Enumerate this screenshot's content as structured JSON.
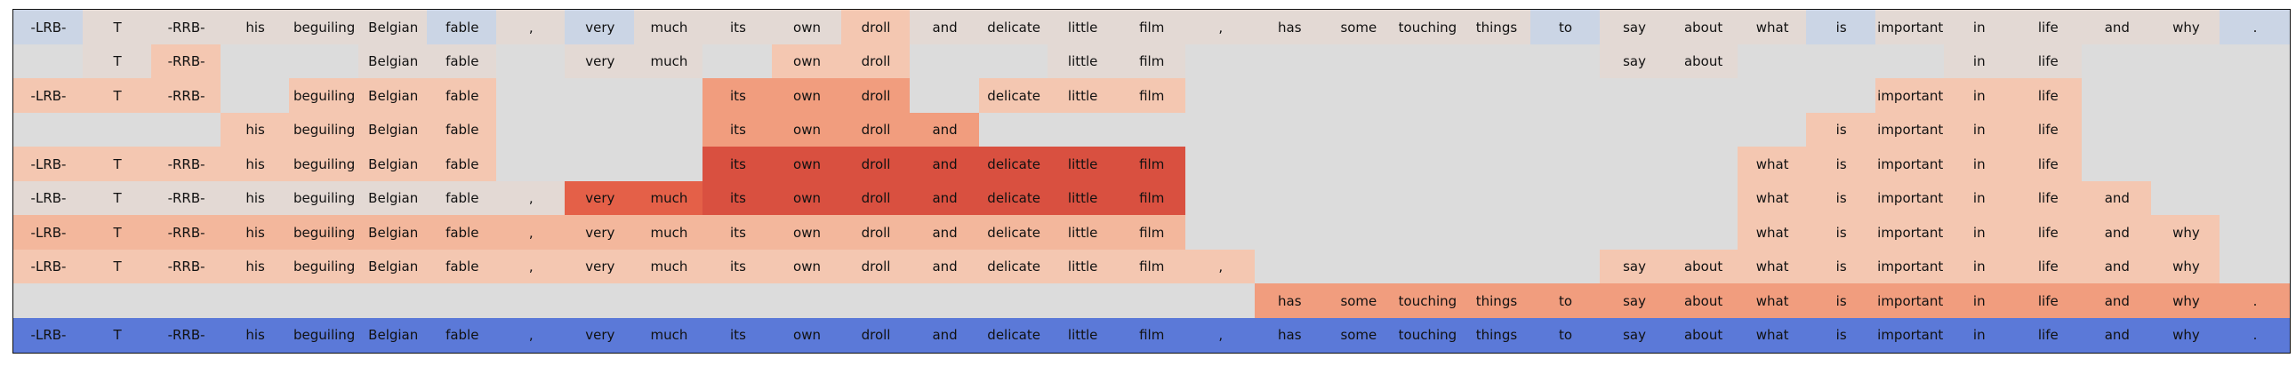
{
  "figure": {
    "colors": {
      "empty": "#dcdcdc",
      "bottom": "#5b79d8",
      "cool_light": "#cbd5e5",
      "neutral": "#e3d9d4",
      "pale": "#f4c7b1",
      "light": "#f3b79c",
      "medium": "#f19d7e",
      "strong": "#e46048",
      "deep": "#d95040"
    },
    "rows": [
      {
        "tokens": [
          "-LRB-",
          "T",
          "-RRB-",
          "his",
          "beguiling",
          "Belgian",
          "fable",
          ",",
          "very",
          "much",
          "its",
          "own",
          "droll",
          "and",
          "delicate",
          "little",
          "film",
          ",",
          "has",
          "some",
          "touching",
          "things",
          "to",
          "say",
          "about",
          "what",
          "is",
          "important",
          "in",
          "life",
          "and",
          "why",
          "."
        ],
        "colors": [
          "cool_light",
          "neutral",
          "neutral",
          "neutral",
          "neutral",
          "neutral",
          "cool_light",
          "neutral",
          "cool_light",
          "neutral",
          "neutral",
          "neutral",
          "pale",
          "neutral",
          "neutral",
          "neutral",
          "neutral",
          "neutral",
          "neutral",
          "neutral",
          "neutral",
          "neutral",
          "cool_light",
          "neutral",
          "neutral",
          "neutral",
          "cool_light",
          "neutral",
          "neutral",
          "neutral",
          "neutral",
          "neutral",
          "cool_light"
        ]
      },
      {
        "tokens": [
          "",
          "T",
          "-RRB-",
          "",
          "",
          "Belgian",
          "fable",
          "",
          "very",
          "much",
          "",
          "own",
          "droll",
          "",
          "",
          "little",
          "film",
          "",
          "",
          "",
          "",
          "",
          "",
          "say",
          "about",
          "",
          "",
          "",
          "in",
          "life",
          "",
          "",
          ""
        ],
        "colors": [
          "empty",
          "neutral",
          "pale",
          "empty",
          "empty",
          "neutral",
          "neutral",
          "empty",
          "neutral",
          "neutral",
          "empty",
          "pale",
          "pale",
          "empty",
          "empty",
          "neutral",
          "neutral",
          "empty",
          "empty",
          "empty",
          "empty",
          "empty",
          "empty",
          "neutral",
          "neutral",
          "empty",
          "empty",
          "empty",
          "neutral",
          "neutral",
          "empty",
          "empty",
          "empty"
        ]
      },
      {
        "tokens": [
          "-LRB-",
          "T",
          "-RRB-",
          "",
          "beguiling",
          "Belgian",
          "fable",
          "",
          "",
          "",
          "its",
          "own",
          "droll",
          "",
          "delicate",
          "little",
          "film",
          "",
          "",
          "",
          "",
          "",
          "",
          "",
          "",
          "",
          "",
          "important",
          "in",
          "life",
          "",
          "",
          ""
        ],
        "colors": [
          "pale",
          "pale",
          "pale",
          "empty",
          "pale",
          "pale",
          "pale",
          "empty",
          "empty",
          "empty",
          "medium",
          "medium",
          "medium",
          "empty",
          "pale",
          "pale",
          "pale",
          "empty",
          "empty",
          "empty",
          "empty",
          "empty",
          "empty",
          "empty",
          "empty",
          "empty",
          "empty",
          "pale",
          "pale",
          "pale",
          "empty",
          "empty",
          "empty"
        ]
      },
      {
        "tokens": [
          "",
          "",
          "",
          "his",
          "beguiling",
          "Belgian",
          "fable",
          "",
          "",
          "",
          "its",
          "own",
          "droll",
          "and",
          "",
          "",
          "",
          "",
          "",
          "",
          "",
          "",
          "",
          "",
          "",
          "",
          "is",
          "important",
          "in",
          "life",
          "",
          "",
          ""
        ],
        "colors": [
          "empty",
          "empty",
          "empty",
          "pale",
          "pale",
          "pale",
          "pale",
          "empty",
          "empty",
          "empty",
          "medium",
          "medium",
          "medium",
          "medium",
          "empty",
          "empty",
          "empty",
          "empty",
          "empty",
          "empty",
          "empty",
          "empty",
          "empty",
          "empty",
          "empty",
          "empty",
          "pale",
          "pale",
          "pale",
          "pale",
          "empty",
          "empty",
          "empty"
        ]
      },
      {
        "tokens": [
          "-LRB-",
          "T",
          "-RRB-",
          "his",
          "beguiling",
          "Belgian",
          "fable",
          "",
          "",
          "",
          "its",
          "own",
          "droll",
          "and",
          "delicate",
          "little",
          "film",
          "",
          "",
          "",
          "",
          "",
          "",
          "",
          "",
          "what",
          "is",
          "important",
          "in",
          "life",
          "",
          "",
          ""
        ],
        "colors": [
          "pale",
          "pale",
          "pale",
          "pale",
          "pale",
          "pale",
          "pale",
          "empty",
          "empty",
          "empty",
          "deep",
          "deep",
          "deep",
          "deep",
          "deep",
          "deep",
          "deep",
          "empty",
          "empty",
          "empty",
          "empty",
          "empty",
          "empty",
          "empty",
          "empty",
          "pale",
          "pale",
          "pale",
          "pale",
          "pale",
          "empty",
          "empty",
          "empty"
        ]
      },
      {
        "tokens": [
          "-LRB-",
          "T",
          "-RRB-",
          "his",
          "beguiling",
          "Belgian",
          "fable",
          ",",
          "very",
          "much",
          "its",
          "own",
          "droll",
          "and",
          "delicate",
          "little",
          "film",
          "",
          "",
          "",
          "",
          "",
          "",
          "",
          "",
          "what",
          "is",
          "important",
          "in",
          "life",
          "and",
          "",
          ""
        ],
        "colors": [
          "neutral",
          "neutral",
          "neutral",
          "neutral",
          "neutral",
          "neutral",
          "neutral",
          "neutral",
          "strong",
          "strong",
          "deep",
          "deep",
          "deep",
          "deep",
          "deep",
          "deep",
          "deep",
          "empty",
          "empty",
          "empty",
          "empty",
          "empty",
          "empty",
          "empty",
          "empty",
          "pale",
          "pale",
          "pale",
          "pale",
          "pale",
          "pale",
          "empty",
          "empty"
        ]
      },
      {
        "tokens": [
          "-LRB-",
          "T",
          "-RRB-",
          "his",
          "beguiling",
          "Belgian",
          "fable",
          ",",
          "very",
          "much",
          "its",
          "own",
          "droll",
          "and",
          "delicate",
          "little",
          "film",
          "",
          "",
          "",
          "",
          "",
          "",
          "",
          "",
          "what",
          "is",
          "important",
          "in",
          "life",
          "and",
          "why",
          ""
        ],
        "colors": [
          "light",
          "light",
          "light",
          "light",
          "light",
          "light",
          "light",
          "light",
          "light",
          "light",
          "light",
          "light",
          "light",
          "light",
          "light",
          "light",
          "light",
          "empty",
          "empty",
          "empty",
          "empty",
          "empty",
          "empty",
          "empty",
          "empty",
          "pale",
          "pale",
          "pale",
          "pale",
          "pale",
          "pale",
          "pale",
          "empty"
        ]
      },
      {
        "tokens": [
          "-LRB-",
          "T",
          "-RRB-",
          "his",
          "beguiling",
          "Belgian",
          "fable",
          ",",
          "very",
          "much",
          "its",
          "own",
          "droll",
          "and",
          "delicate",
          "little",
          "film",
          ",",
          "",
          "",
          "",
          "",
          "",
          "say",
          "about",
          "what",
          "is",
          "important",
          "in",
          "life",
          "and",
          "why",
          ""
        ],
        "colors": [
          "pale",
          "pale",
          "pale",
          "pale",
          "pale",
          "pale",
          "pale",
          "pale",
          "pale",
          "pale",
          "pale",
          "pale",
          "pale",
          "pale",
          "pale",
          "pale",
          "pale",
          "pale",
          "empty",
          "empty",
          "empty",
          "empty",
          "empty",
          "pale",
          "pale",
          "pale",
          "pale",
          "pale",
          "pale",
          "pale",
          "pale",
          "pale",
          "empty"
        ]
      },
      {
        "tokens": [
          "",
          "",
          "",
          "",
          "",
          "",
          "",
          "",
          "",
          "",
          "",
          "",
          "",
          "",
          "",
          "",
          "",
          "",
          "has",
          "some",
          "touching",
          "things",
          "to",
          "say",
          "about",
          "what",
          "is",
          "important",
          "in",
          "life",
          "and",
          "why",
          "."
        ],
        "colors": [
          "empty",
          "empty",
          "empty",
          "empty",
          "empty",
          "empty",
          "empty",
          "empty",
          "empty",
          "empty",
          "empty",
          "empty",
          "empty",
          "empty",
          "empty",
          "empty",
          "empty",
          "empty",
          "medium",
          "medium",
          "medium",
          "medium",
          "medium",
          "medium",
          "medium",
          "medium",
          "medium",
          "medium",
          "medium",
          "medium",
          "medium",
          "medium",
          "medium"
        ]
      },
      {
        "tokens": [
          "-LRB-",
          "T",
          "-RRB-",
          "his",
          "beguiling",
          "Belgian",
          "fable",
          ",",
          "very",
          "much",
          "its",
          "own",
          "droll",
          "and",
          "delicate",
          "little",
          "film",
          ",",
          "has",
          "some",
          "touching",
          "things",
          "to",
          "say",
          "about",
          "what",
          "is",
          "important",
          "in",
          "life",
          "and",
          "why",
          "."
        ],
        "colors": [
          "bottom",
          "bottom",
          "bottom",
          "bottom",
          "bottom",
          "bottom",
          "bottom",
          "bottom",
          "bottom",
          "bottom",
          "bottom",
          "bottom",
          "bottom",
          "bottom",
          "bottom",
          "bottom",
          "bottom",
          "bottom",
          "bottom",
          "bottom",
          "bottom",
          "bottom",
          "bottom",
          "bottom",
          "bottom",
          "bottom",
          "bottom",
          "bottom",
          "bottom",
          "bottom",
          "bottom",
          "bottom",
          "bottom"
        ]
      }
    ]
  }
}
